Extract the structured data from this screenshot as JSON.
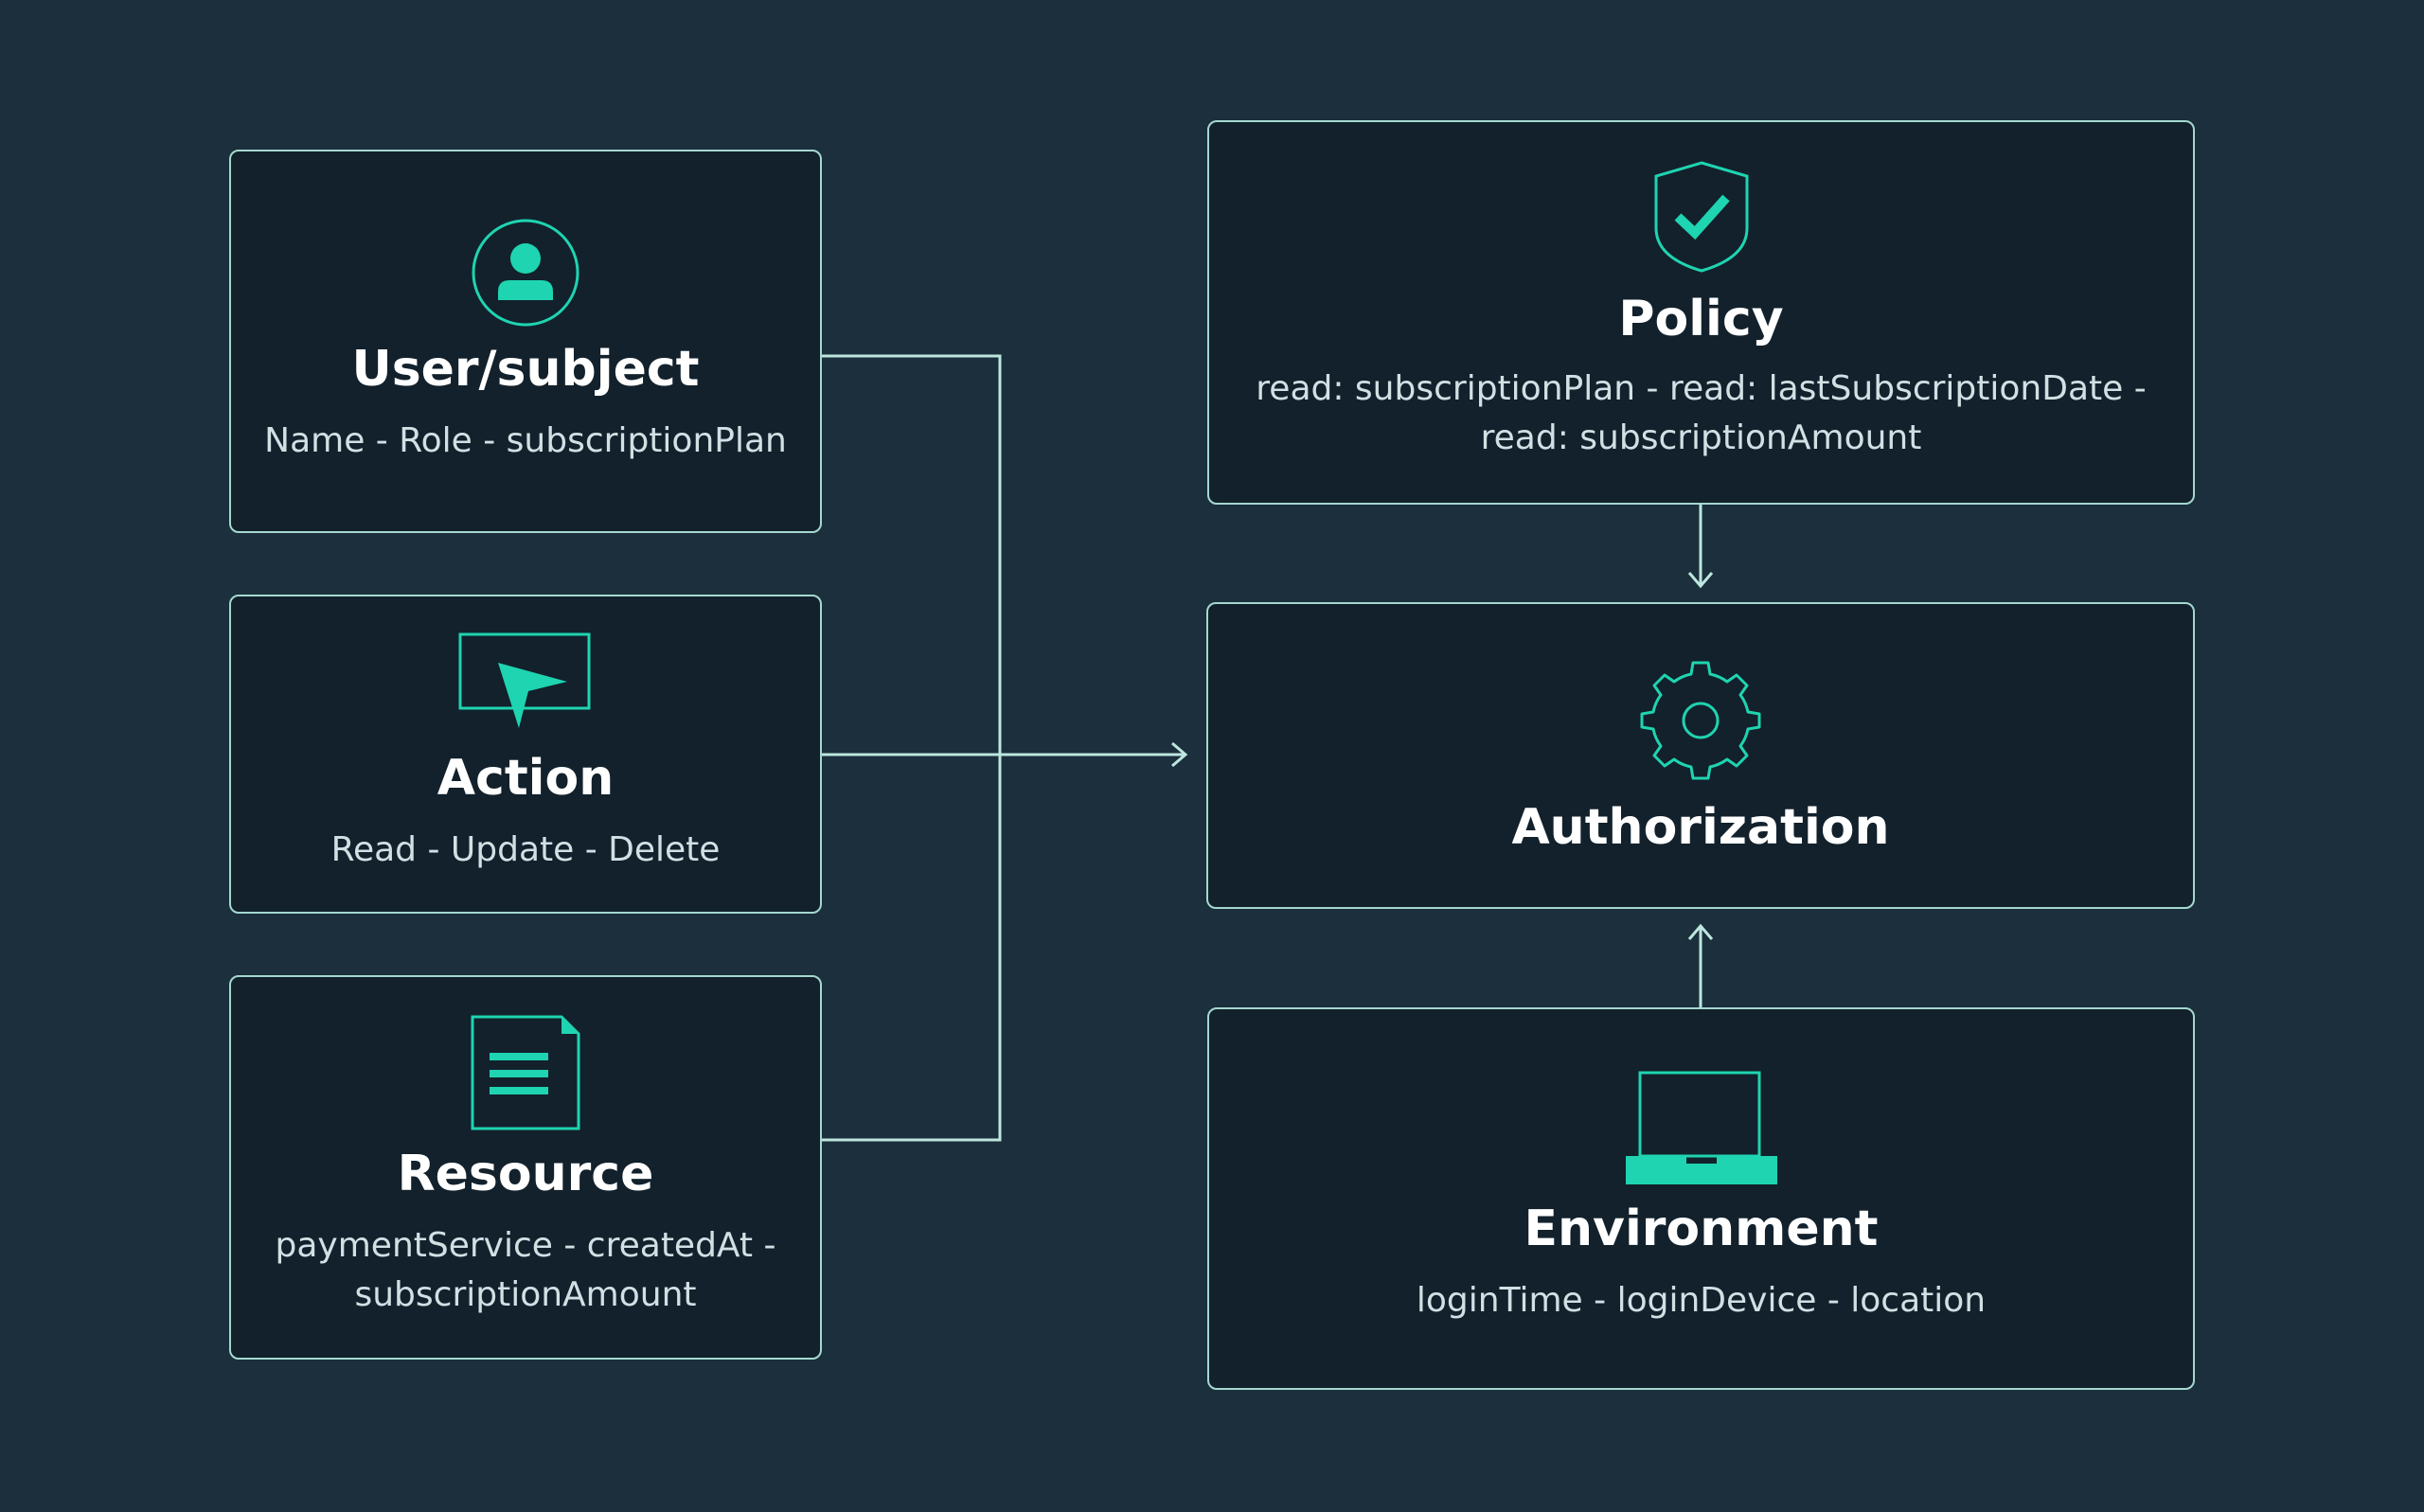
{
  "colors": {
    "background": "#1b2f3c",
    "box_fill": "#12212c",
    "box_border": "#a4d8d0",
    "accent": "#1fd4b0",
    "connector": "#bde6df"
  },
  "boxes": {
    "user": {
      "icon": "user-icon",
      "title": "User/subject",
      "desc": "Name - Role - subscriptionPlan"
    },
    "action": {
      "icon": "cursor-screen-icon",
      "title": "Action",
      "desc": "Read - Update - Delete"
    },
    "resource": {
      "icon": "document-icon",
      "title": "Resource",
      "desc_line1": "paymentService - createdAt -",
      "desc_line2": "subscriptionAmount"
    },
    "policy": {
      "icon": "shield-check-icon",
      "title": "Policy",
      "desc_line1": "read: subscriptionPlan - read: lastSubscriptionDate -",
      "desc_line2": "read: subscriptionAmount"
    },
    "authorization": {
      "icon": "gear-icon",
      "title": "Authorization"
    },
    "environment": {
      "icon": "laptop-icon",
      "title": "Environment",
      "desc": "loginTime - loginDevice - location"
    }
  }
}
